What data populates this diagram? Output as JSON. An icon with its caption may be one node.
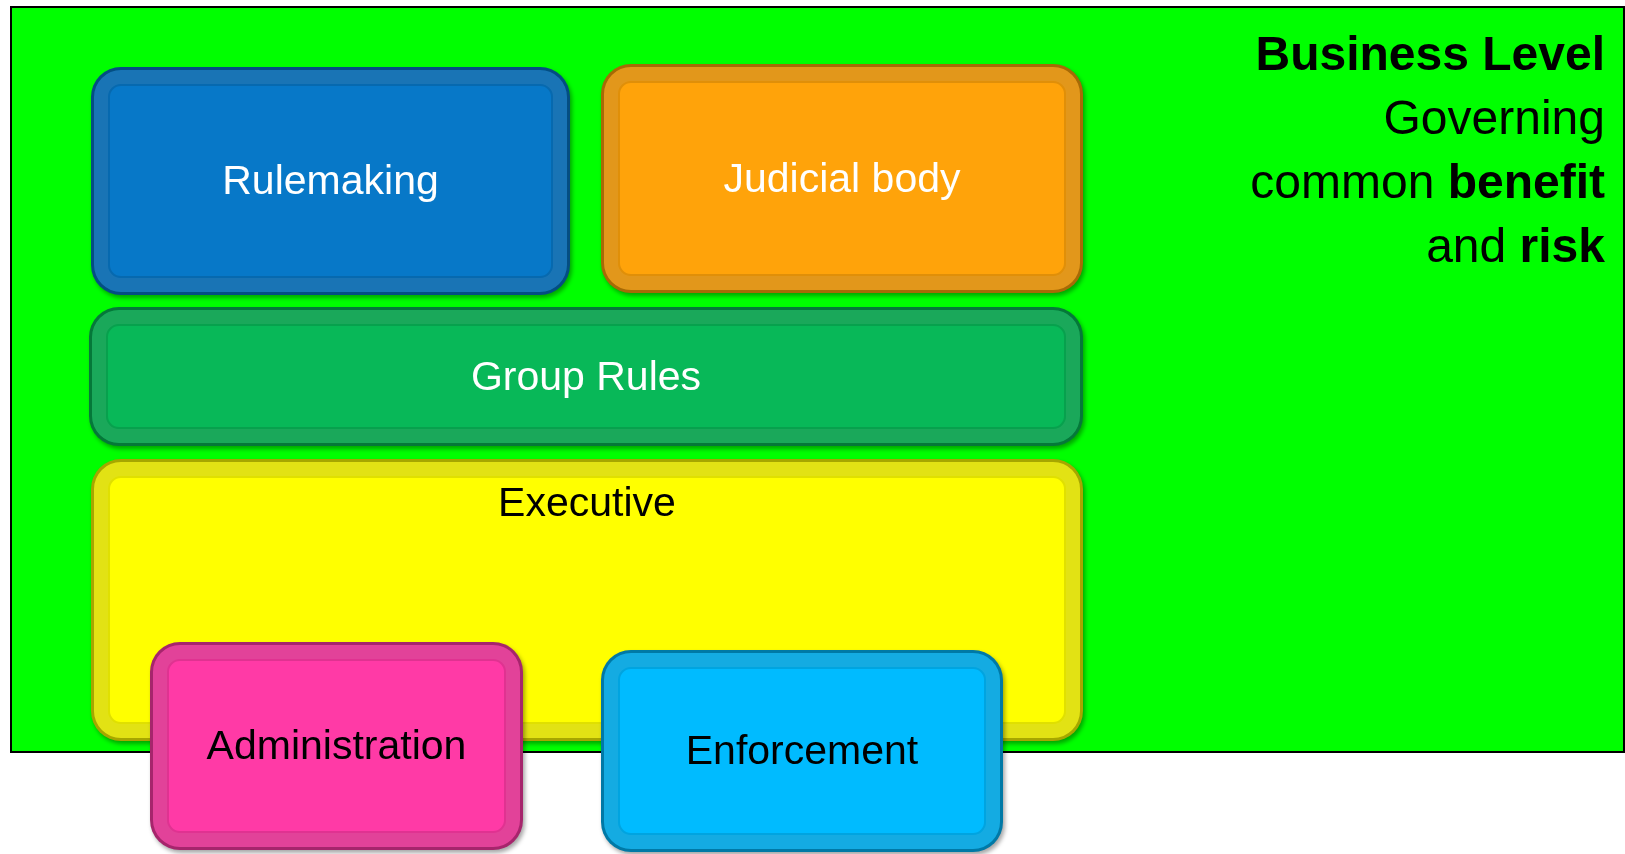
{
  "diagram": {
    "nodes": [
      {
        "text": [
          "Business Level",
          "Governing common **benefit** and **risk**"
        ]
      },
      {
        "text": [
          "Rulemaking"
        ],
        "in": 0
      },
      {
        "text": [
          "Judicial body"
        ],
        "in": 0
      },
      {
        "text": [
          "Group Rules"
        ],
        "in": 0
      },
      {
        "text": [
          "Executive"
        ],
        "in": 0
      },
      {
        "text": [
          "Administration"
        ]
      },
      {
        "text": [
          "Enforcement"
        ]
      }
    ],
    "edges": []
  }
}
